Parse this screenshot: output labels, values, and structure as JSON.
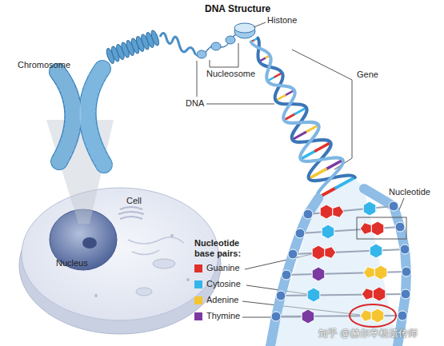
{
  "diagram": {
    "title": "DNA Structure",
    "labels": [
      "Chromosome",
      "Histone",
      "Nucleosome",
      "DNA",
      "Gene",
      "Cell",
      "Nucleus",
      "Nucleotide",
      "Nucleotide base pairs:",
      "知乎 @赫尔辛根遗传师"
    ],
    "legend": [
      {
        "text": "Guanine",
        "color": "#e0302b"
      },
      {
        "text": "Cytosine",
        "color": "#34b6ea"
      },
      {
        "text": "Adenine",
        "color": "#f5c531"
      },
      {
        "text": "Thymine",
        "color": "#7a3aa0"
      }
    ]
  }
}
